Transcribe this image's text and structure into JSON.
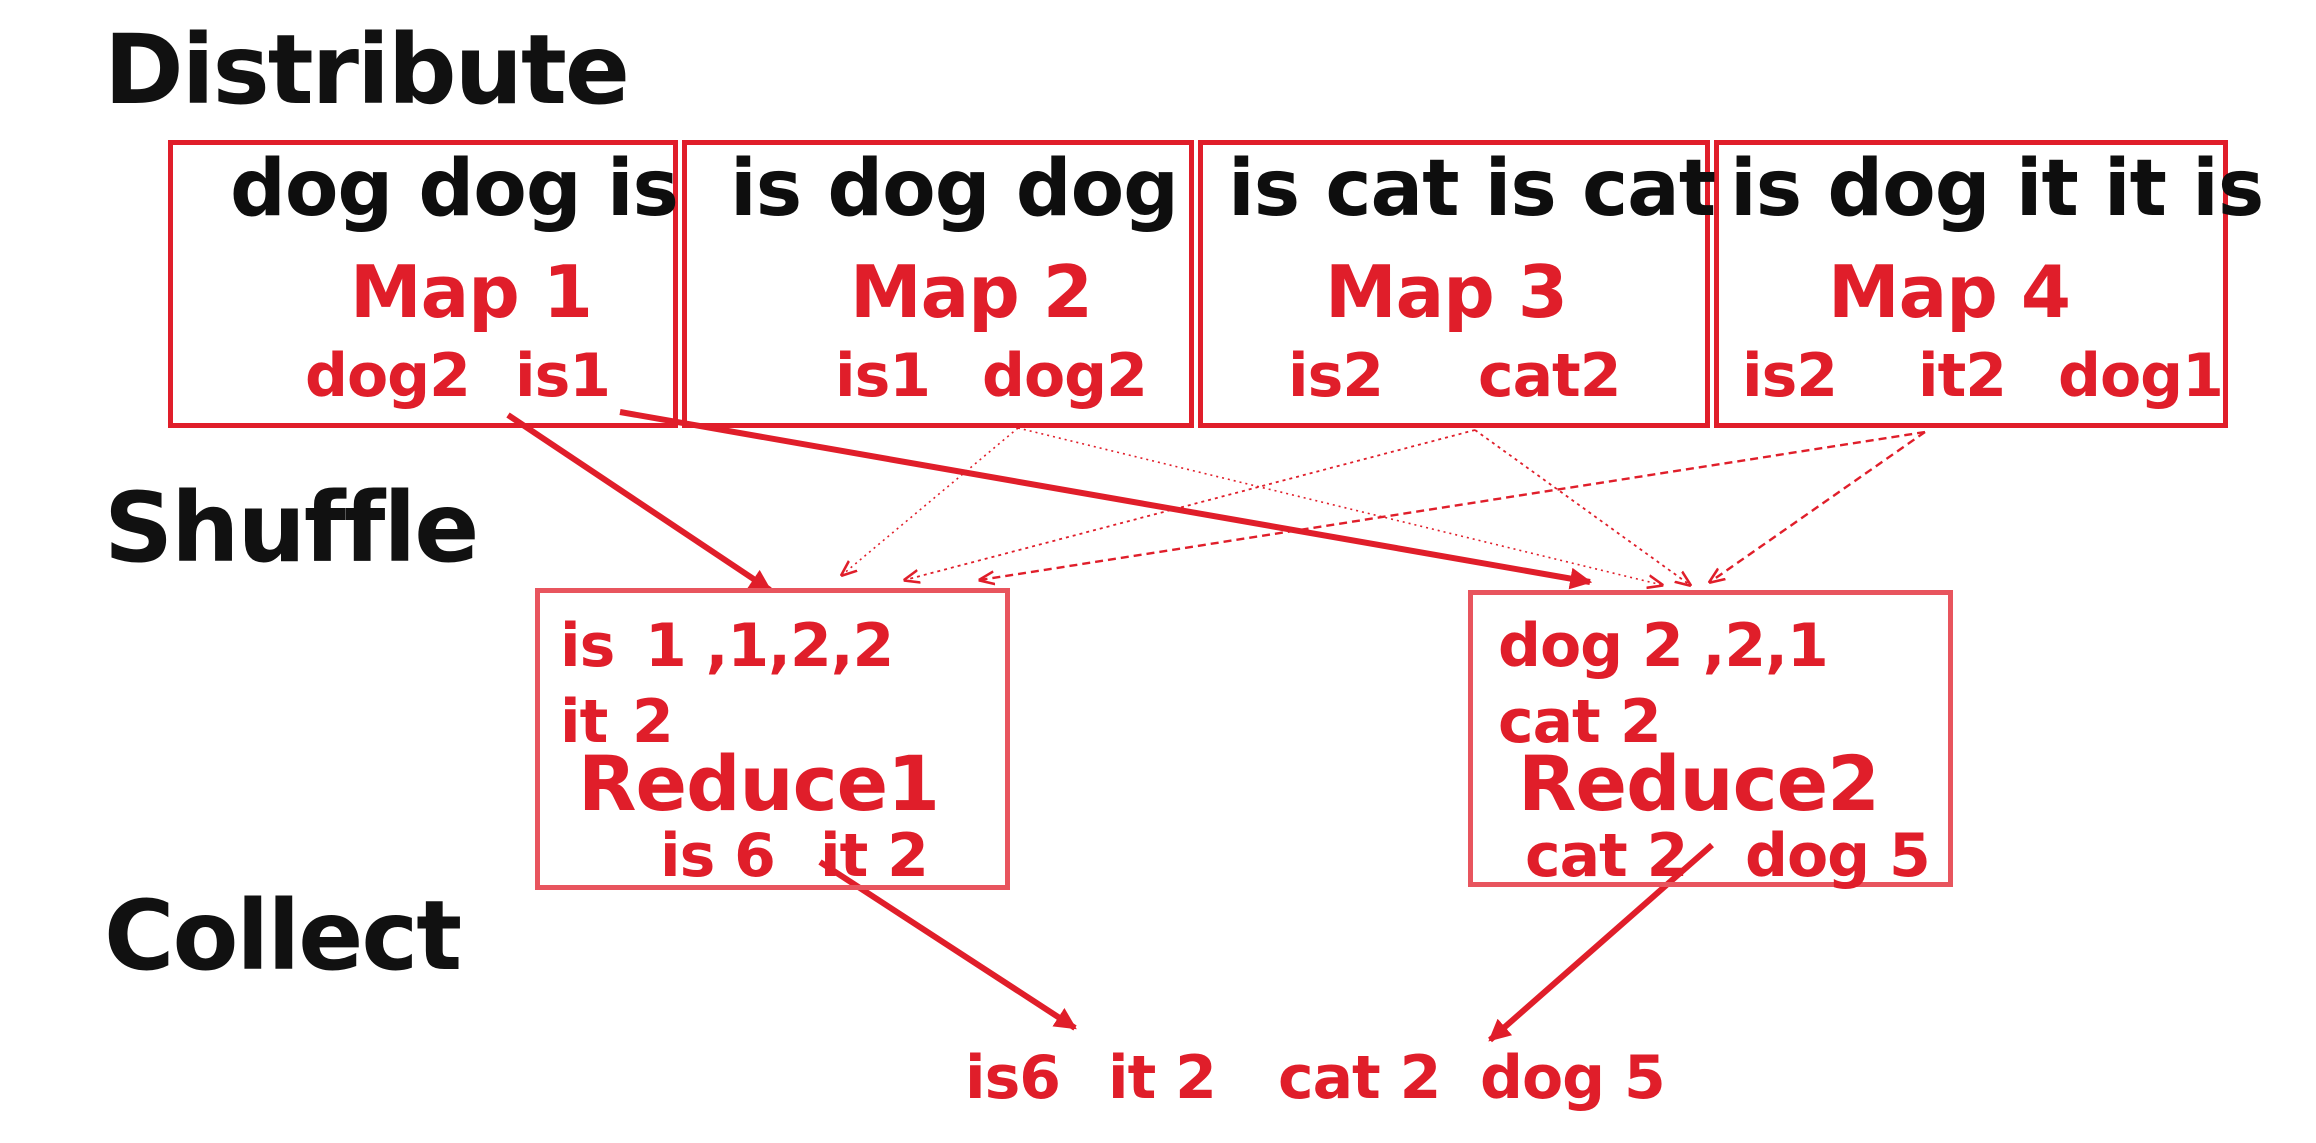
{
  "stages": {
    "distribute": "Distribute",
    "shuffle": "Shuffle",
    "collect": "Collect"
  },
  "maps": [
    {
      "input": "dog dog is",
      "title": "Map 1",
      "outputs": [
        "dog2",
        "is1"
      ]
    },
    {
      "input": "is dog dog",
      "title": "Map 2",
      "outputs": [
        "is1",
        "dog2"
      ]
    },
    {
      "input": "is cat is cat",
      "title": "Map 3",
      "outputs": [
        "is2",
        "cat2"
      ]
    },
    {
      "input": "is dog it it is",
      "title": "Map 4",
      "outputs": [
        "is2",
        "it2",
        "dog1"
      ]
    }
  ],
  "reducers": [
    {
      "inputs": [
        {
          "key": "is",
          "values": "1 ,1,2,2"
        },
        {
          "key": "it",
          "values": "2"
        }
      ],
      "title": "Reduce1",
      "outputs": [
        "is 6",
        "it 2"
      ]
    },
    {
      "inputs": [
        {
          "key": "dog",
          "values": "2 ,2,1"
        },
        {
          "key": "cat",
          "values": "2"
        }
      ],
      "title": "Reduce2",
      "outputs": [
        "cat 2",
        "dog 5"
      ]
    }
  ],
  "results": [
    "is6",
    "it 2",
    "cat 2",
    "dog 5"
  ],
  "colors": {
    "accent": "#e01e2a",
    "reduce_border": "#e8555e",
    "text": "#111111",
    "background": "#ffffff"
  }
}
